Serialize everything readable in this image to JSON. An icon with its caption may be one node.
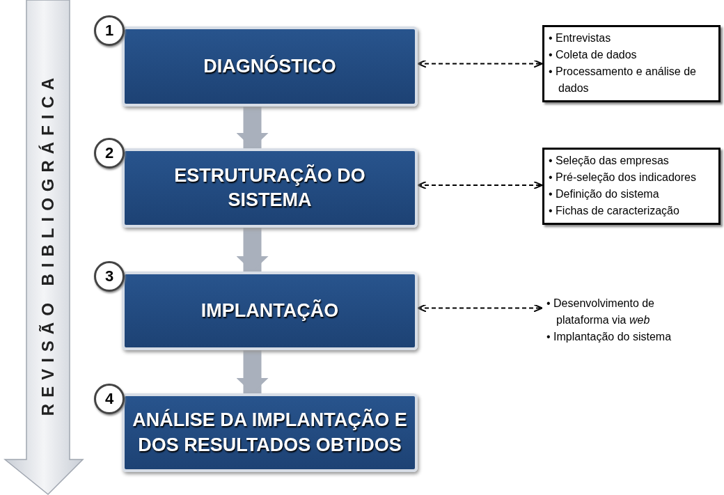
{
  "diagram": {
    "nodes": [
      {
        "text": [
          "REVISÃO BIBLIOGRÁFICA"
        ]
      },
      {
        "text": [
          "1"
        ]
      },
      {
        "text": [
          "DIAGNÓSTICO"
        ]
      },
      {
        "text": [
          "• Entrevistas",
          "• Coleta de dados",
          "• Processamento e análise de dados"
        ]
      },
      {
        "text": [
          "2"
        ]
      },
      {
        "text": [
          "ESTRUTURAÇÃO DO SISTEMA"
        ]
      },
      {
        "text": [
          "• Seleção das empresas",
          "• Pré-seleção dos indicadores",
          "• Definição do sistema",
          "• Fichas de caracterização"
        ]
      },
      {
        "text": [
          "3"
        ]
      },
      {
        "text": [
          "IMPLANTAÇÃO"
        ]
      },
      {
        "text": [
          "• Desenvolvimento de plataforma via *web*",
          "• Implantação do sistema"
        ]
      },
      {
        "text": [
          "4"
        ]
      },
      {
        "text": [
          "ANÁLISE DA IMPLANTAÇÃO E DOS RESULTADOS OBTIDOS"
        ]
      }
    ],
    "edges": [
      {
        "from": 2,
        "to": 5,
        "arrow": "to",
        "style": "thick",
        "color": "#a9b0bc"
      },
      {
        "from": 5,
        "to": 8,
        "arrow": "to",
        "style": "thick",
        "color": "#a9b0bc"
      },
      {
        "from": 8,
        "to": 11,
        "arrow": "to",
        "style": "thick",
        "color": "#a9b0bc"
      },
      {
        "from": 2,
        "to": 3,
        "arrow": "both",
        "style": "dashed",
        "color": "#000000"
      },
      {
        "from": 5,
        "to": 6,
        "arrow": "both",
        "style": "dashed",
        "color": "#000000"
      },
      {
        "from": 8,
        "to": 9,
        "arrow": "both",
        "style": "dashed",
        "color": "#000000"
      }
    ]
  }
}
